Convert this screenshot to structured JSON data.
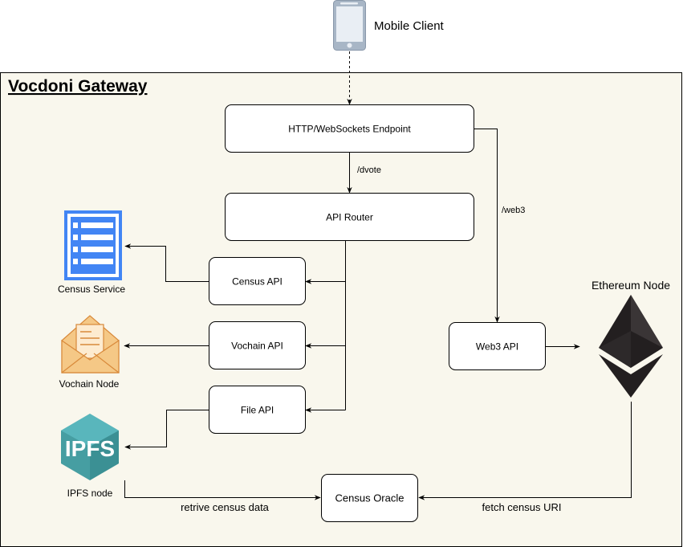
{
  "gateway": {
    "title": "Vocdoni Gateway"
  },
  "client": {
    "label": "Mobile Client"
  },
  "boxes": {
    "endpoint": "HTTP/WebSockets Endpoint",
    "router": "API Router",
    "census_api": "Census API",
    "vochain_api": "Vochain API",
    "file_api": "File API",
    "web3_api": "Web3 API",
    "census_oracle": "Census Oracle"
  },
  "edges": {
    "dvote": "/dvote",
    "web3": "/web3",
    "retrieve": "retrive census data",
    "fetch": "fetch census URI"
  },
  "services": {
    "census_service": "Census Service",
    "vochain_node": "Vochain Node",
    "ipfs_node": "IPFS node",
    "ipfs_logo_text": "IPFS",
    "ethereum_node": "Ethereum Node"
  },
  "colors": {
    "gateway_bg": "#f9f7ed",
    "census_icon": "#4285f4",
    "vochain_icon": "#f5c886",
    "ipfs_icon": "#469ea2",
    "ethereum_icon": "#231f20"
  },
  "icons": {
    "client": "smartphone-icon",
    "census": "list-document-icon",
    "vochain": "mail-envelope-icon",
    "ipfs": "ipfs-logo-icon",
    "ethereum": "ethereum-logo-icon"
  }
}
